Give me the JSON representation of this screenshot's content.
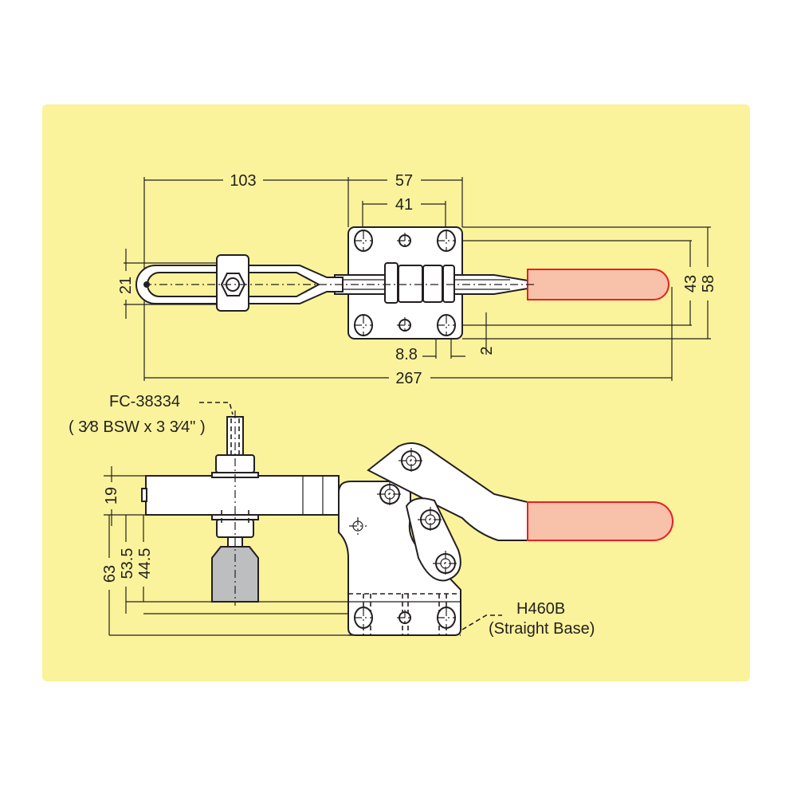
{
  "dimensions": {
    "overall_length": "267",
    "handle_offset": "103",
    "base_width": "57",
    "hole_spacing_x": "41",
    "hole_spacing_y": "43",
    "base_length": "58",
    "spindle_slot": "21",
    "hole_offset": "8.8",
    "slot_length": "2",
    "bar_height": "19",
    "height_total": "63",
    "height_mid": "53.5",
    "height_spindle": "44.5"
  },
  "callouts": {
    "spindle_part": "FC-38334",
    "spindle_spec": "( 3⁄8 BSW x 3 3⁄4\" )",
    "base_model": "H460B",
    "base_type": "(Straight Base)"
  },
  "colors": {
    "background": "#fbf39b",
    "grip_fill": "#f8c1a9",
    "grip_outline": "#ed1c24",
    "rubber_tip": "#bcbec0",
    "linework": "#231f20"
  }
}
